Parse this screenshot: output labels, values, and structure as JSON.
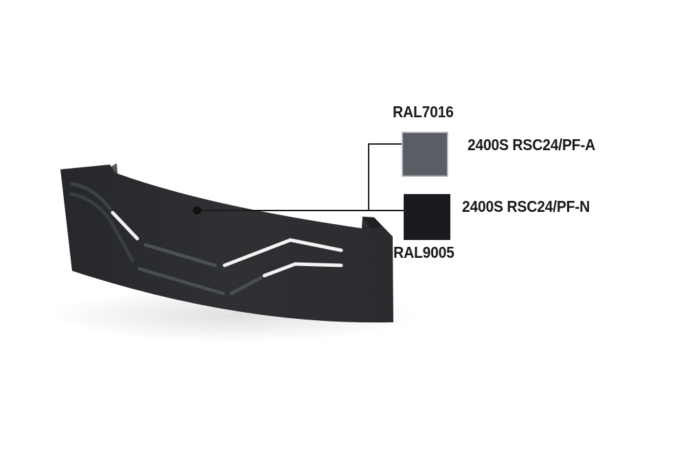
{
  "variants": [
    {
      "code": "2400S RSC24/PF-A",
      "ral": "RAL7016",
      "color": "#5a5e64"
    },
    {
      "code": "2400S RSC24/PF-N",
      "ral": "RAL9005",
      "color": "#1c1a1e"
    }
  ],
  "product_color": "#2b2d30"
}
